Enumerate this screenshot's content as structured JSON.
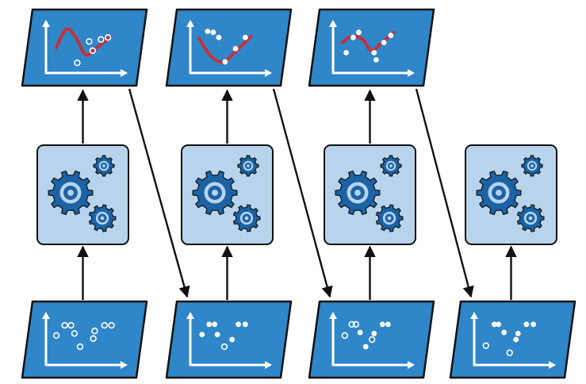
{
  "colors": {
    "card_fill": "#2f86c8",
    "box_fill": "#b7d4ec",
    "gear_fill": "#1c63a6",
    "curve": "#c4303a",
    "arrow": "#111111",
    "background": "#ffffff"
  },
  "icons": [
    "gear-cluster-icon",
    "scatter-plot-icon",
    "fitted-curve-icon"
  ],
  "stages": [
    {
      "id": 1,
      "input": {
        "points": [
          {
            "x": 0.08,
            "y": 0.58,
            "solid": false
          },
          {
            "x": 0.2,
            "y": 0.78,
            "solid": false
          },
          {
            "x": 0.29,
            "y": 0.78,
            "solid": false
          },
          {
            "x": 0.34,
            "y": 0.62,
            "solid": false
          },
          {
            "x": 0.42,
            "y": 0.36,
            "solid": false
          },
          {
            "x": 0.61,
            "y": 0.52,
            "solid": false
          },
          {
            "x": 0.63,
            "y": 0.67,
            "solid": false
          },
          {
            "x": 0.77,
            "y": 0.78,
            "solid": false
          },
          {
            "x": 0.87,
            "y": 0.78,
            "solid": false
          }
        ]
      },
      "output": {
        "points": [
          {
            "x": 0.38,
            "y": 0.2,
            "solid": false
          },
          {
            "x": 0.55,
            "y": 0.62,
            "solid": false
          },
          {
            "x": 0.6,
            "y": 0.44,
            "solid": false
          },
          {
            "x": 0.72,
            "y": 0.66,
            "solid": false
          },
          {
            "x": 0.82,
            "y": 0.7,
            "solid": false
          }
        ],
        "curve": [
          {
            "x": 0.08,
            "y": 0.5
          },
          {
            "x": 0.22,
            "y": 0.86
          },
          {
            "x": 0.36,
            "y": 0.7
          },
          {
            "x": 0.5,
            "y": 0.36
          },
          {
            "x": 0.66,
            "y": 0.5
          },
          {
            "x": 0.86,
            "y": 0.72
          }
        ]
      },
      "has_feedback_arrow": true
    },
    {
      "id": 2,
      "input": {
        "points": [
          {
            "x": 0.1,
            "y": 0.6,
            "solid": true
          },
          {
            "x": 0.2,
            "y": 0.8,
            "solid": true
          },
          {
            "x": 0.28,
            "y": 0.8,
            "solid": true
          },
          {
            "x": 0.32,
            "y": 0.6,
            "solid": true
          },
          {
            "x": 0.42,
            "y": 0.36,
            "solid": false
          },
          {
            "x": 0.53,
            "y": 0.5,
            "solid": true
          },
          {
            "x": 0.62,
            "y": 0.8,
            "solid": true
          },
          {
            "x": 0.72,
            "y": 0.8,
            "solid": true
          }
        ]
      },
      "output": {
        "points": [
          {
            "x": 0.18,
            "y": 0.82,
            "solid": true
          },
          {
            "x": 0.26,
            "y": 0.8,
            "solid": true
          },
          {
            "x": 0.34,
            "y": 0.7,
            "solid": true
          },
          {
            "x": 0.43,
            "y": 0.22,
            "solid": true
          },
          {
            "x": 0.58,
            "y": 0.48,
            "solid": true
          },
          {
            "x": 0.72,
            "y": 0.7,
            "solid": true
          }
        ],
        "curve": [
          {
            "x": 0.06,
            "y": 0.68
          },
          {
            "x": 0.22,
            "y": 0.34
          },
          {
            "x": 0.4,
            "y": 0.22
          },
          {
            "x": 0.58,
            "y": 0.42
          },
          {
            "x": 0.8,
            "y": 0.72
          }
        ]
      },
      "has_feedback_arrow": true
    },
    {
      "id": 3,
      "input": {
        "points": [
          {
            "x": 0.1,
            "y": 0.58,
            "solid": false
          },
          {
            "x": 0.2,
            "y": 0.8,
            "solid": false
          },
          {
            "x": 0.26,
            "y": 0.8,
            "solid": false
          },
          {
            "x": 0.32,
            "y": 0.64,
            "solid": true
          },
          {
            "x": 0.4,
            "y": 0.36,
            "solid": true
          },
          {
            "x": 0.49,
            "y": 0.5,
            "solid": false
          },
          {
            "x": 0.52,
            "y": 0.62,
            "solid": true
          },
          {
            "x": 0.64,
            "y": 0.8,
            "solid": true
          },
          {
            "x": 0.72,
            "y": 0.8,
            "solid": true
          }
        ]
      },
      "output": {
        "points": [
          {
            "x": 0.12,
            "y": 0.4,
            "solid": true
          },
          {
            "x": 0.22,
            "y": 0.7,
            "solid": true
          },
          {
            "x": 0.3,
            "y": 0.8,
            "solid": true
          },
          {
            "x": 0.52,
            "y": 0.4,
            "solid": true
          },
          {
            "x": 0.55,
            "y": 0.26,
            "solid": true
          },
          {
            "x": 0.66,
            "y": 0.6,
            "solid": true
          },
          {
            "x": 0.76,
            "y": 0.74,
            "solid": true
          }
        ],
        "curve": [
          {
            "x": 0.06,
            "y": 0.6
          },
          {
            "x": 0.2,
            "y": 0.72
          },
          {
            "x": 0.36,
            "y": 0.66
          },
          {
            "x": 0.48,
            "y": 0.44
          },
          {
            "x": 0.62,
            "y": 0.58
          },
          {
            "x": 0.8,
            "y": 0.8
          }
        ]
      },
      "has_feedback_arrow": true
    },
    {
      "id": 4,
      "input": {
        "points": [
          {
            "x": 0.1,
            "y": 0.38,
            "solid": false
          },
          {
            "x": 0.22,
            "y": 0.8,
            "solid": true
          },
          {
            "x": 0.28,
            "y": 0.8,
            "solid": true
          },
          {
            "x": 0.36,
            "y": 0.64,
            "solid": true
          },
          {
            "x": 0.44,
            "y": 0.24,
            "solid": false
          },
          {
            "x": 0.53,
            "y": 0.5,
            "solid": true
          },
          {
            "x": 0.56,
            "y": 0.62,
            "solid": true
          },
          {
            "x": 0.68,
            "y": 0.8,
            "solid": true
          },
          {
            "x": 0.78,
            "y": 0.8,
            "solid": true
          }
        ]
      },
      "output": null,
      "has_feedback_arrow": false
    }
  ]
}
